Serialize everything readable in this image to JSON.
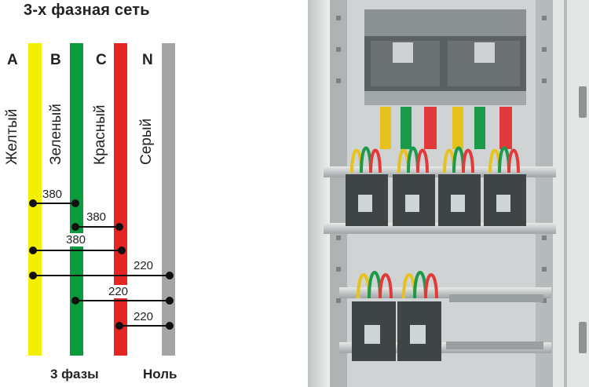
{
  "title": "3-х фазная сеть",
  "phases": [
    {
      "letter": "A",
      "name": "Желтый",
      "color": "#f4ef00"
    },
    {
      "letter": "B",
      "name": "Зеленый",
      "color": "#0b9a3c"
    },
    {
      "letter": "C",
      "name": "Красный",
      "color": "#e52521"
    },
    {
      "letter": "N",
      "name": "Серый",
      "color": "#a4a4a4"
    }
  ],
  "voltages": [
    {
      "from": "A",
      "to": "B",
      "value": "380"
    },
    {
      "from": "B",
      "to": "C",
      "value": "380"
    },
    {
      "from": "A",
      "to": "C",
      "value": "380"
    },
    {
      "from": "A",
      "to": "N",
      "value": "220"
    },
    {
      "from": "B",
      "to": "N",
      "value": "220"
    },
    {
      "from": "C",
      "to": "N",
      "value": "220"
    }
  ],
  "footer": {
    "phases_label": "3 фазы",
    "neutral_label": "Ноль"
  },
  "photo": {
    "busbar_colors": [
      "#e7c21c",
      "#1a9a4a",
      "#e23a3a"
    ]
  }
}
